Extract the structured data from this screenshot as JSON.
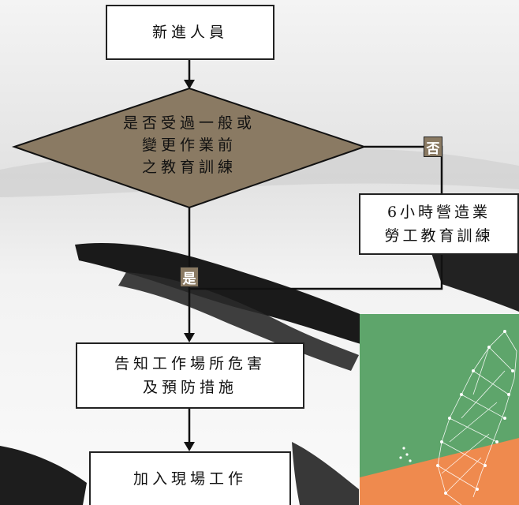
{
  "flowchart": {
    "start": "新進人員",
    "decision": [
      "是否受過一般或",
      "變更作業前",
      "之教育訓練"
    ],
    "no_label": "否",
    "yes_label": "是",
    "training": [
      "6小時營造業",
      "勞工教育訓練"
    ],
    "notify": [
      "告知工作場所危害",
      "及預防措施"
    ],
    "join": "加入現場工作"
  },
  "colors": {
    "diamond_fill": "#8a7a63",
    "tag_fill": "#8a7a63",
    "badge_green": "#5ea56b",
    "badge_orange": "#ef8a4e"
  }
}
